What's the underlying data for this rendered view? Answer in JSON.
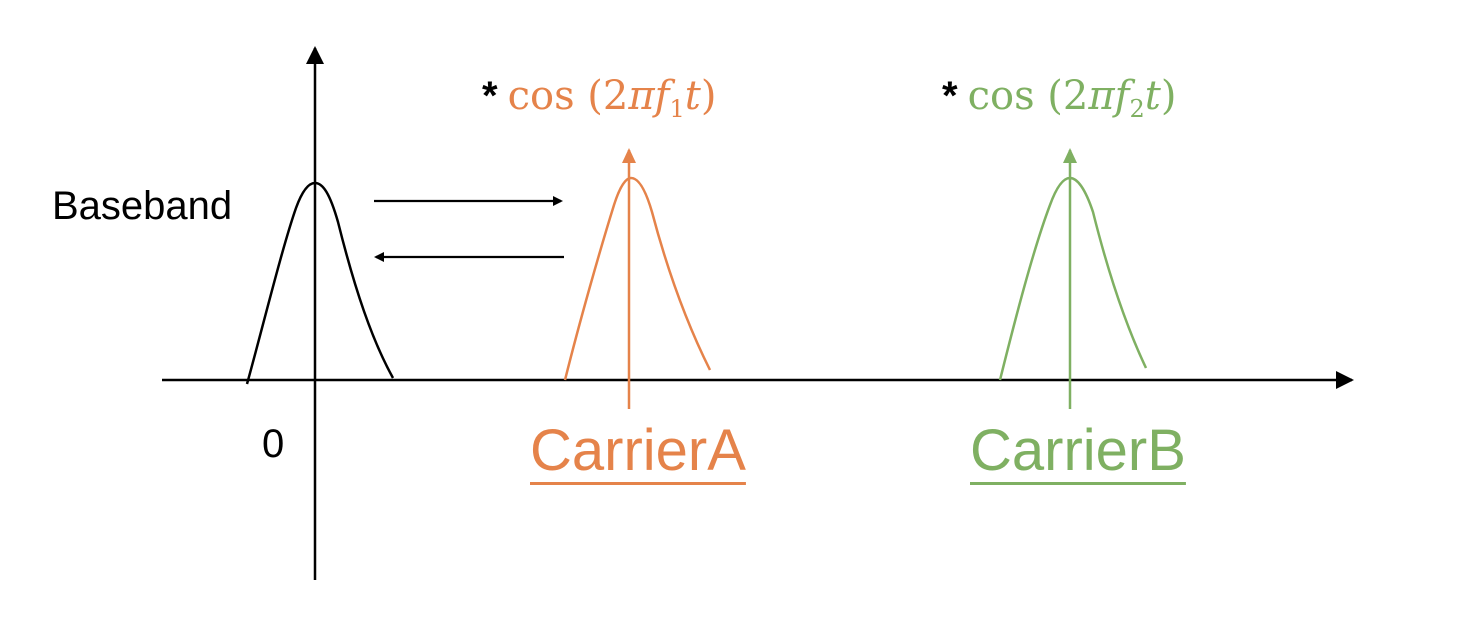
{
  "labels": {
    "baseband": "Baseband",
    "origin": "0"
  },
  "carriers": [
    {
      "name": "CarrierA",
      "color": "#e5834a",
      "multiplier": "*",
      "formula_prefix": "cos (2",
      "formula_pi": "π",
      "formula_f": "f",
      "formula_sub": "1",
      "formula_t": "t",
      "formula_close": ")"
    },
    {
      "name": "CarrierB",
      "color": "#7fb062",
      "multiplier": "*",
      "formula_prefix": "cos (2",
      "formula_pi": "π",
      "formula_f": "f",
      "formula_sub": "2",
      "formula_t": "t",
      "formula_close": ")"
    }
  ],
  "colors": {
    "axis": "#000000",
    "baseband": "#000000"
  }
}
